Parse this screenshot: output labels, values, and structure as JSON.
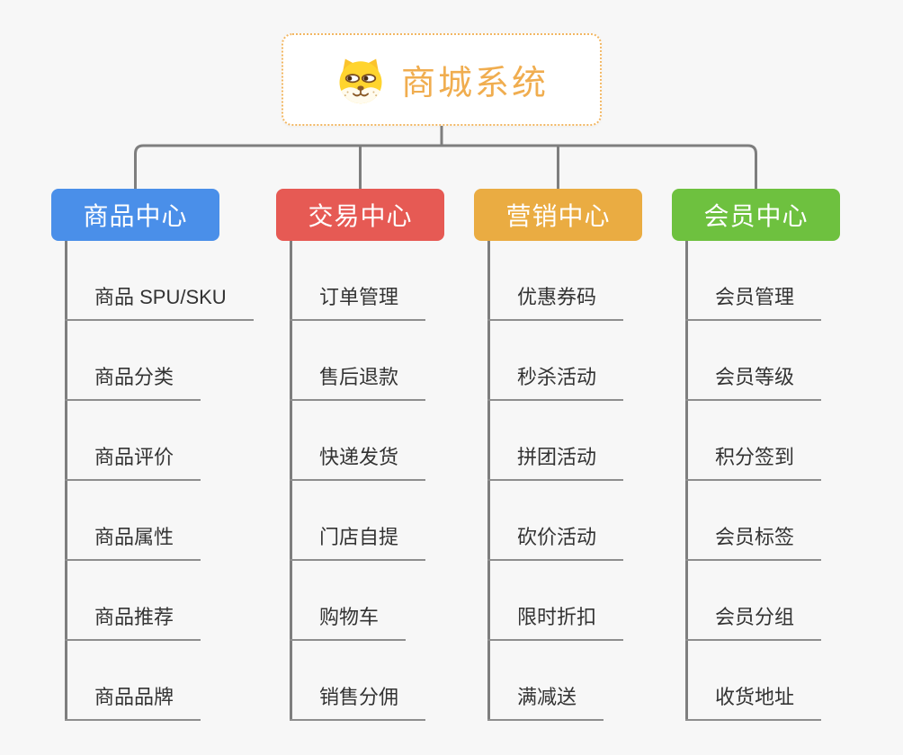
{
  "canvas": {
    "background": "#F7F7F7"
  },
  "root": {
    "title": "商城系统",
    "icon": "shiba-dog-icon",
    "accent_color": "#F0AD4F",
    "border_color": "#F2B763"
  },
  "connector_color": "#7E7E7E",
  "leaf_line_color": "#8E8E8E",
  "branches": [
    {
      "label": "商品中心",
      "color": "#4A8FE9",
      "items": [
        "商品 SPU/SKU",
        "商品分类",
        "商品评价",
        "商品属性",
        "商品推荐",
        "商品品牌"
      ]
    },
    {
      "label": "交易中心",
      "color": "#E65A54",
      "items": [
        "订单管理",
        "售后退款",
        "快递发货",
        "门店自提",
        "购物车",
        "销售分佣"
      ]
    },
    {
      "label": "营销中心",
      "color": "#EAAC42",
      "items": [
        "优惠券码",
        "秒杀活动",
        "拼团活动",
        "砍价活动",
        "限时折扣",
        "满减送"
      ]
    },
    {
      "label": "会员中心",
      "color": "#6EC13F",
      "items": [
        "会员管理",
        "会员等级",
        "积分签到",
        "会员标签",
        "会员分组",
        "收货地址"
      ]
    }
  ]
}
